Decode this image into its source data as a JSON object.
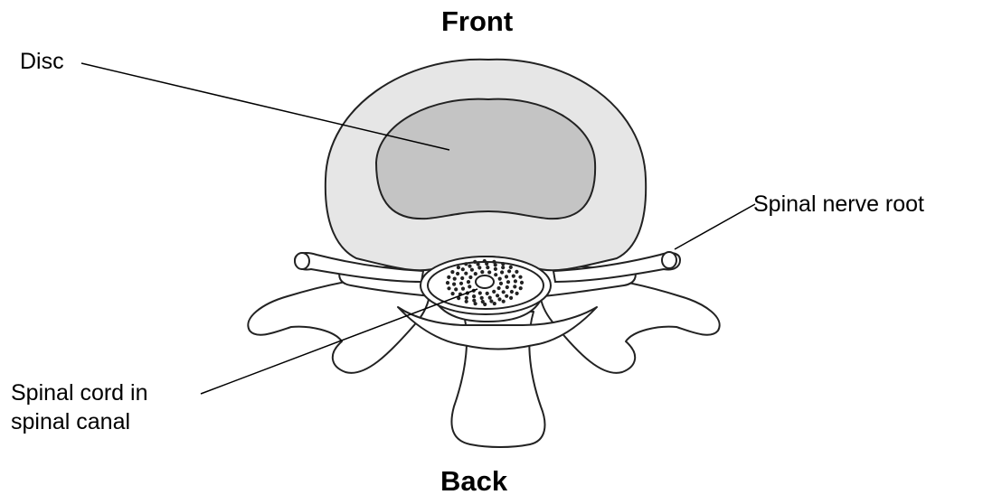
{
  "diagram": {
    "heading_front": "Front",
    "heading_back": "Back",
    "labels": {
      "disc": "Disc",
      "spinal_nerve_root": "Spinal nerve root",
      "spinal_cord_line1": "Spinal cord in",
      "spinal_cord_line2": "spinal canal"
    },
    "colors": {
      "outline": "#222222",
      "disc_outer_fill": "#e6e6e6",
      "disc_inner_fill": "#c4c4c4",
      "bone_fill": "#ffffff",
      "dots": "#222222"
    }
  }
}
